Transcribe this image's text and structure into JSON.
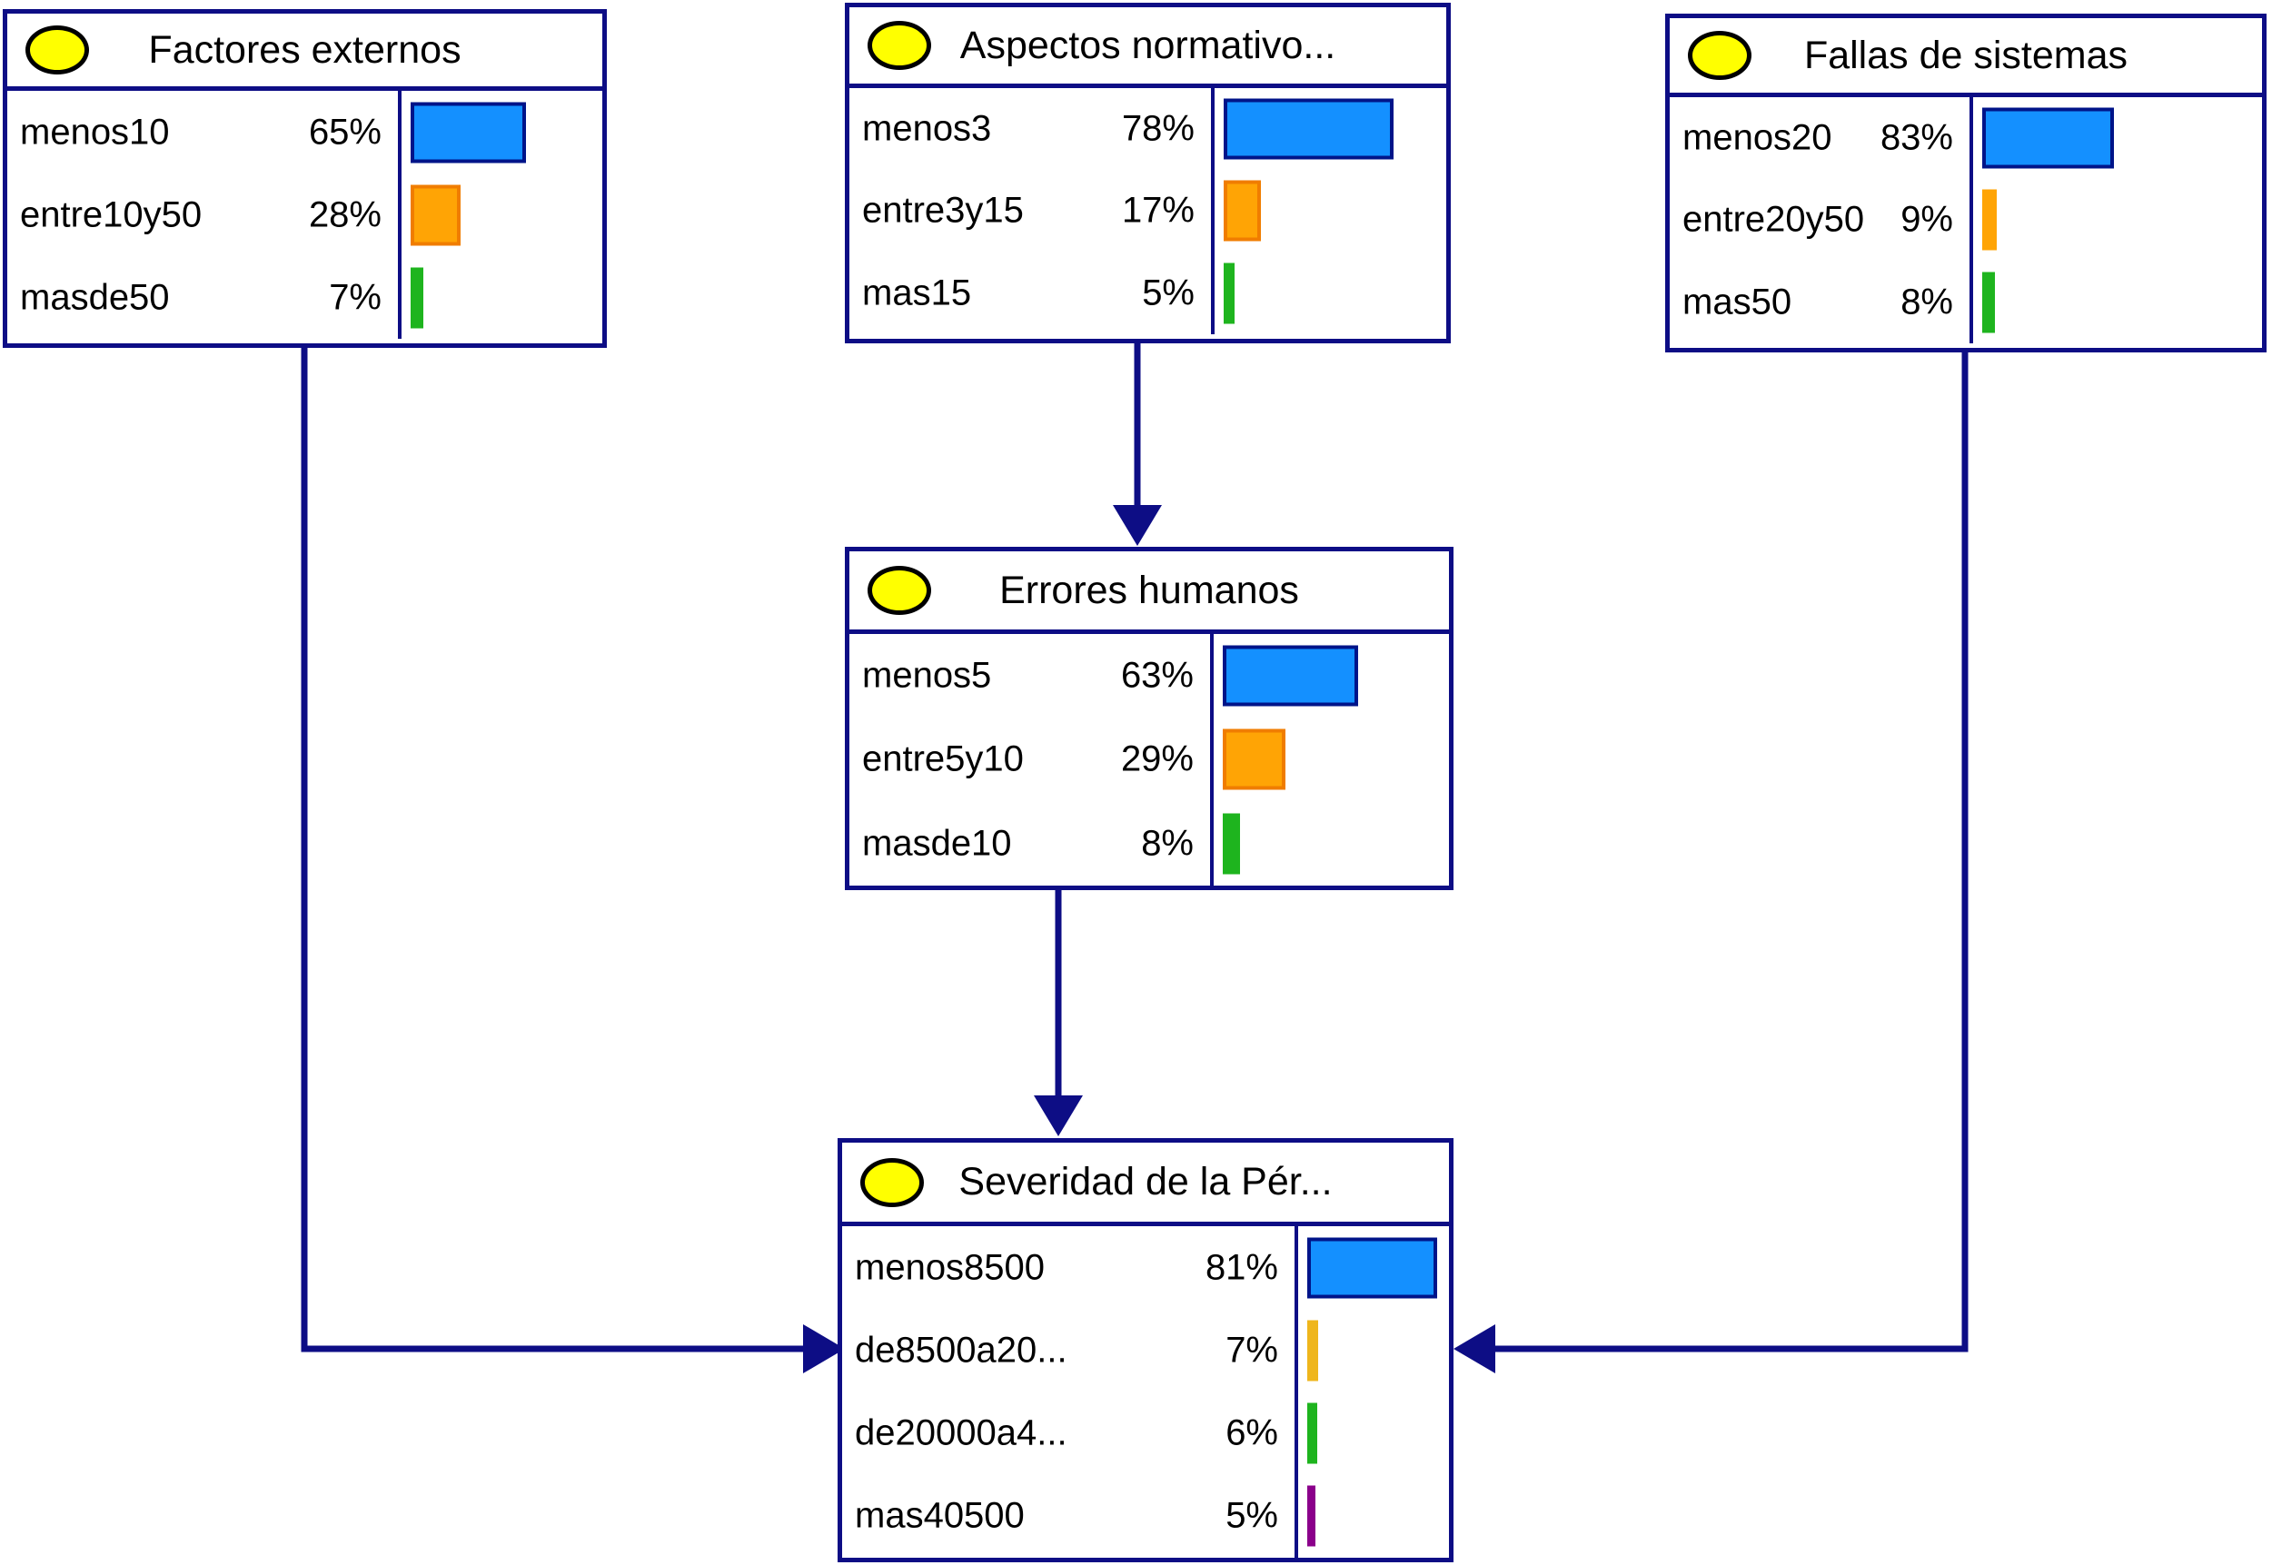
{
  "diagram_type": "bayesian-network",
  "palette": {
    "node_border": "#0d0d85",
    "arrow": "#0d0d85",
    "node_icon_fill": "#ffff00",
    "node_icon_stroke": "#000000",
    "bar_blue": "#1490ff",
    "bar_blue_border": "#001489",
    "bar_orange": "#ffa405",
    "bar_orange_border": "#f07d00",
    "bar_green": "#1eb41e",
    "bar_yellow": "#efb61c",
    "bar_purple": "#8b008b"
  },
  "nodes": [
    {
      "id": "factores-externos",
      "title": "Factores externos",
      "icon": "node-ellipse-icon",
      "states": [
        {
          "label": "menos10",
          "pct": 65,
          "color": "#1490ff",
          "border": "#001489"
        },
        {
          "label": "entre10y50",
          "pct": 28,
          "color": "#ffa405",
          "border": "#f07d00"
        },
        {
          "label": "masde50",
          "pct": 7,
          "color": "#1eb41e",
          "border": "#1eb41e"
        }
      ]
    },
    {
      "id": "aspectos-normativos",
      "title": "Aspectos normativo...",
      "icon": "node-ellipse-icon",
      "states": [
        {
          "label": "menos3",
          "pct": 78,
          "color": "#1490ff",
          "border": "#001489"
        },
        {
          "label": "entre3y15",
          "pct": 17,
          "color": "#ffa405",
          "border": "#f07d00"
        },
        {
          "label": "mas15",
          "pct": 5,
          "color": "#1eb41e",
          "border": "#1eb41e"
        }
      ]
    },
    {
      "id": "fallas-de-sistemas",
      "title": "Fallas de sistemas",
      "icon": "node-ellipse-icon",
      "states": [
        {
          "label": "menos20",
          "pct": 83,
          "color": "#1490ff",
          "border": "#001489"
        },
        {
          "label": "entre20y50",
          "pct": 9,
          "color": "#ffa405",
          "border": "#f07d00"
        },
        {
          "label": "mas50",
          "pct": 8,
          "color": "#1eb41e",
          "border": "#1eb41e"
        }
      ]
    },
    {
      "id": "errores-humanos",
      "title": "Errores humanos",
      "icon": "node-ellipse-icon",
      "states": [
        {
          "label": "menos5",
          "pct": 63,
          "color": "#1490ff",
          "border": "#001489"
        },
        {
          "label": "entre5y10",
          "pct": 29,
          "color": "#ffa405",
          "border": "#f07d00"
        },
        {
          "label": "masde10",
          "pct": 8,
          "color": "#1eb41e",
          "border": "#1eb41e"
        }
      ]
    },
    {
      "id": "severidad-de-la-perdida",
      "title": "Severidad de la Pér...",
      "icon": "node-ellipse-icon",
      "states": [
        {
          "label": "menos8500",
          "pct": 81,
          "color": "#1490ff",
          "border": "#001489"
        },
        {
          "label": "de8500a20...",
          "pct": 7,
          "color": "#efb61c",
          "border": "#efb61c"
        },
        {
          "label": "de20000a4...",
          "pct": 6,
          "color": "#1eb41e",
          "border": "#1eb41e"
        },
        {
          "label": "mas40500",
          "pct": 5,
          "color": "#8b008b",
          "border": "#8b008b"
        }
      ]
    }
  ],
  "edges": [
    {
      "from": "aspectos-normativos",
      "to": "errores-humanos"
    },
    {
      "from": "errores-humanos",
      "to": "severidad-de-la-perdida"
    },
    {
      "from": "factores-externos",
      "to": "severidad-de-la-perdida"
    },
    {
      "from": "fallas-de-sistemas",
      "to": "severidad-de-la-perdida"
    }
  ]
}
